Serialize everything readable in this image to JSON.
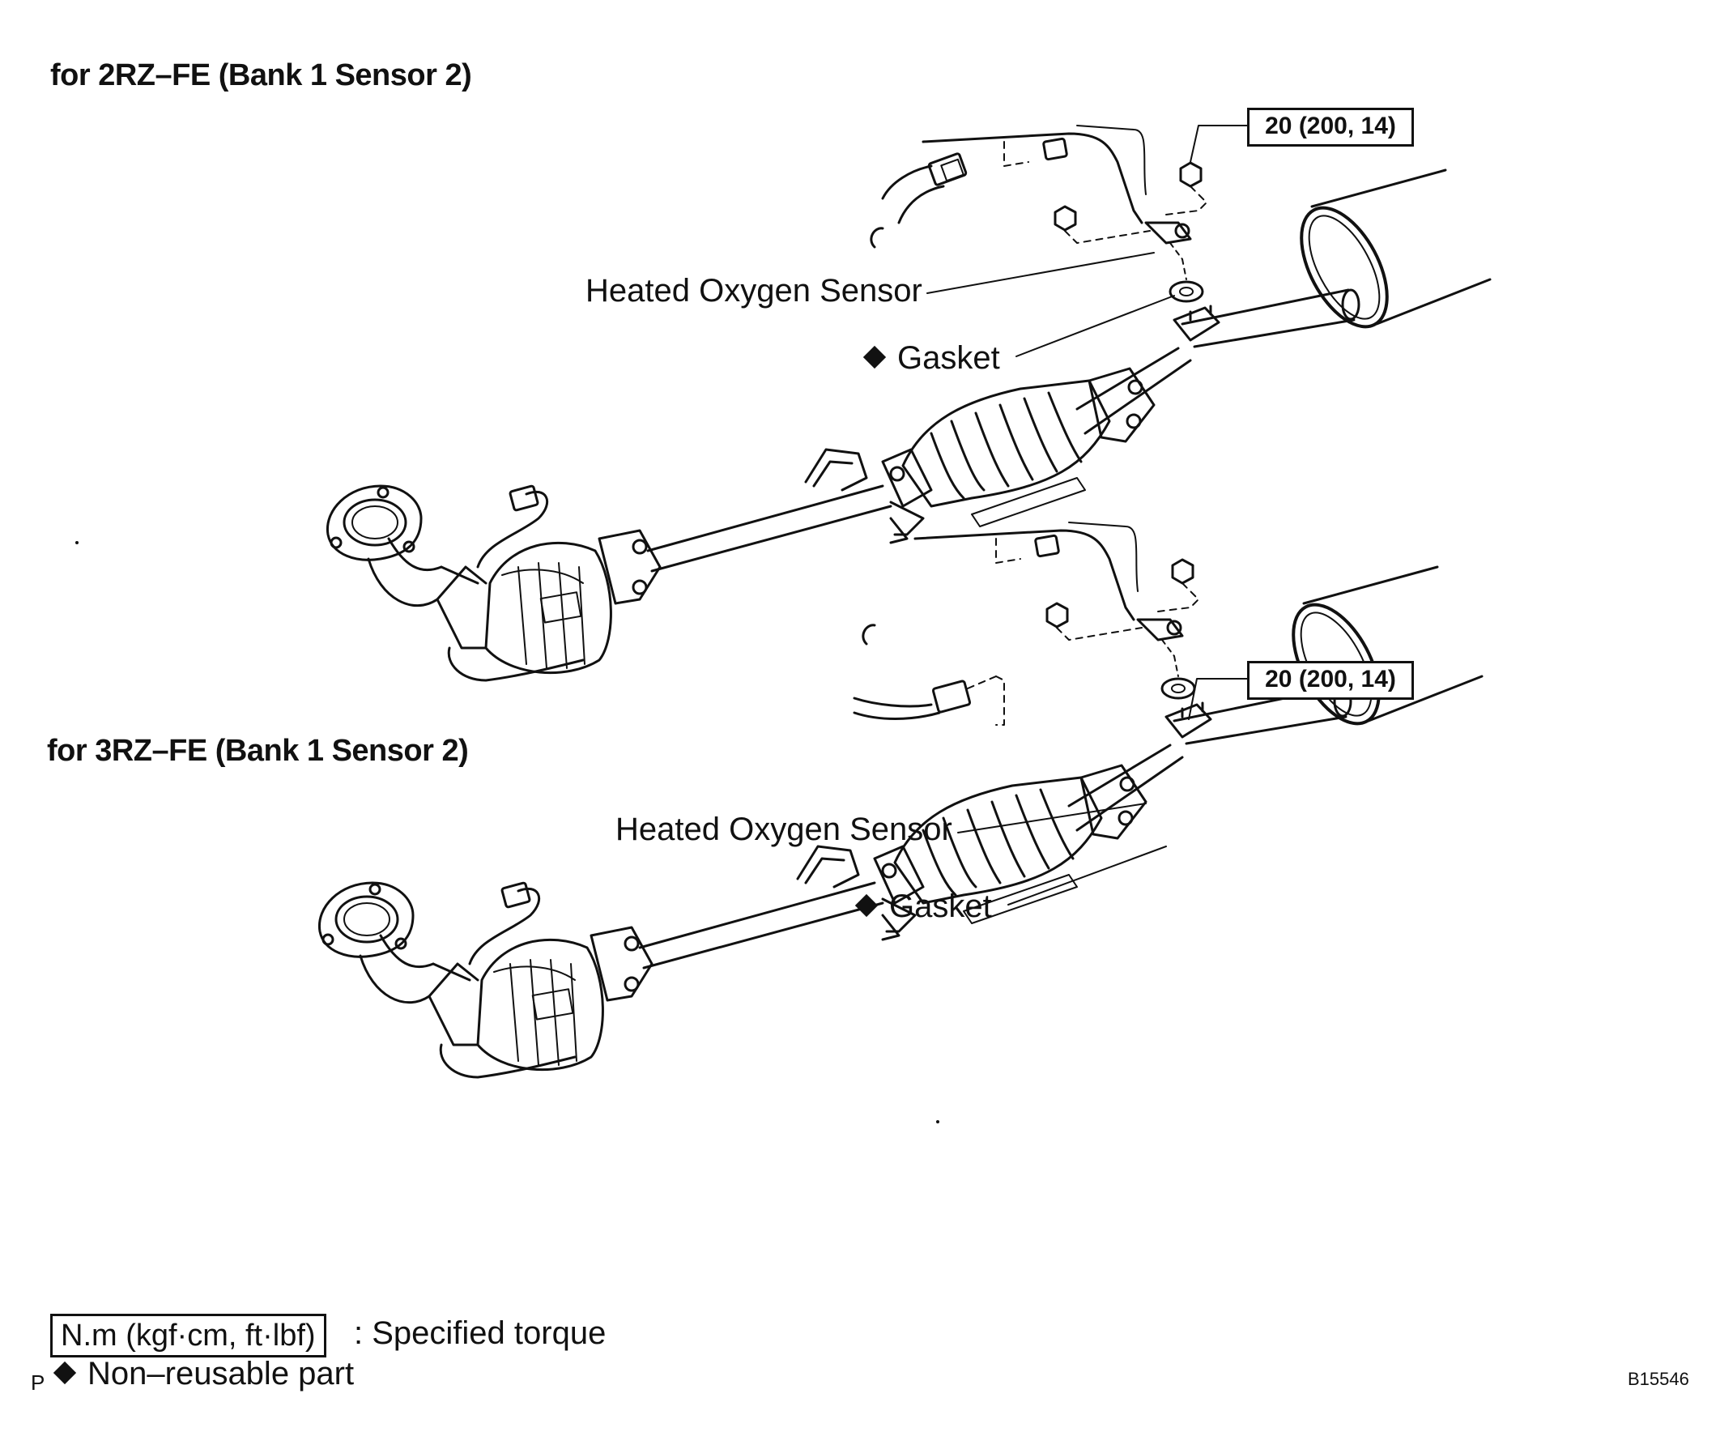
{
  "diagrams": [
    {
      "title": "for 2RZ–FE (Bank 1 Sensor 2)",
      "sensor_label": "Heated Oxygen Sensor",
      "gasket_label": "Gasket",
      "torque": "20 (200, 14)"
    },
    {
      "title": "for 3RZ–FE (Bank 1 Sensor 2)",
      "sensor_label": "Heated Oxygen Sensor",
      "gasket_label": "Gasket",
      "torque": "20 (200, 14)"
    }
  ],
  "legend": {
    "torque_units": "N.m (kgf·cm, ft·lbf)",
    "torque_desc": ": Specified torque",
    "nonreusable_desc": "Non–reusable part",
    "marker": "P"
  },
  "figure_code": "B15546",
  "icons": {
    "nonreusable": "diamond-icon",
    "connector": "connector-icon",
    "nut": "nut-icon"
  },
  "colors": {
    "ink": "#111111",
    "paper": "#ffffff"
  }
}
